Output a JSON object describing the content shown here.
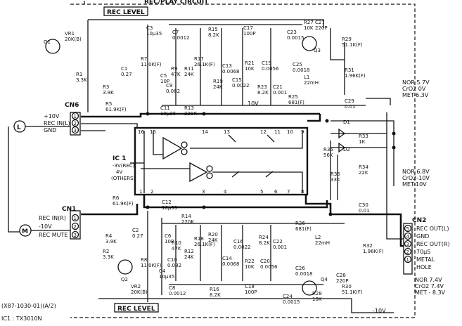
{
  "board": {
    "title": "REC/PLAY CIRCUIT",
    "part_number": "(X87-1030-01)(A/2)",
    "ic_note": "IC1 : TX3010N"
  },
  "rec_level": {
    "top": "REC LEVEL",
    "bottom": "REC LEVEL"
  },
  "ic1": {
    "label": "IC 1",
    "note1": "-3V(REC)",
    "note2": "4V",
    "note3": "(OTHERS)",
    "pins": [
      "16",
      "15",
      "14",
      "13",
      "12",
      "11",
      "10",
      "9",
      "1",
      "2",
      "3",
      "4",
      "5",
      "6",
      "7",
      "8"
    ]
  },
  "cn6": {
    "label": "CN6",
    "rows": [
      {
        "num": "1",
        "label": "+10V"
      },
      {
        "num": "2",
        "label": "REC IN(L)"
      },
      {
        "num": "3",
        "label": "GND"
      }
    ],
    "channel": "L"
  },
  "cn1": {
    "label": "CN1",
    "rows": [
      {
        "num": "1",
        "label": "REC IN(R)"
      },
      {
        "num": "2",
        "label": "-10V"
      },
      {
        "num": "3",
        "label": "REC MUTE"
      }
    ],
    "channel": "M"
  },
  "cn2": {
    "label": "CN2",
    "rows": [
      {
        "num": "5",
        "label": "REC OUT(L)"
      },
      {
        "num": "4",
        "label": "GND"
      },
      {
        "num": "3",
        "label": "REC OUT(R)"
      },
      {
        "num": "2",
        "label": "70μS"
      },
      {
        "num": "1",
        "label": "METAL"
      },
      {
        "num": "",
        "label": "HOLE"
      }
    ]
  },
  "voltages": {
    "top": [
      "NOR 5.7V",
      "CrO2 0V",
      "MET-6.3V"
    ],
    "middle": [
      "NOR 6.8V",
      "CrO2-10V",
      "MET-10V"
    ],
    "bottom": [
      "NOR 7.4V",
      "CrO2 7.4V",
      "MET - 8.3V"
    ]
  },
  "rails": {
    "pos": "10V",
    "neg": "-10V"
  },
  "components_top": [
    {
      "id": "q1",
      "ref": "Q1",
      "value": ""
    },
    {
      "id": "vr1",
      "ref": "VR1",
      "value": "20K(B)"
    },
    {
      "id": "c3",
      "ref": "C3",
      "value": "10μ35"
    },
    {
      "id": "c7",
      "ref": "C7",
      "value": "0.0012"
    },
    {
      "id": "r15",
      "ref": "R15",
      "value": "8.2K"
    },
    {
      "id": "c17",
      "ref": "C17",
      "value": "100P"
    },
    {
      "id": "c23",
      "ref": "C23",
      "value": "0.0015"
    },
    {
      "id": "r27",
      "ref": "R27",
      "value": "10K"
    },
    {
      "id": "c27",
      "ref": "C27",
      "value": "220P"
    },
    {
      "id": "q3",
      "ref": "Q3",
      "value": ""
    },
    {
      "id": "r29",
      "ref": "R29",
      "value": "51.1K(F)"
    },
    {
      "id": "r31",
      "ref": "R31",
      "value": "1.96K(F)"
    },
    {
      "id": "r1",
      "ref": "R1",
      "value": "3.3K"
    },
    {
      "id": "r3",
      "ref": "R3",
      "value": "3.9K"
    },
    {
      "id": "c1",
      "ref": "C1",
      "value": "0.27"
    },
    {
      "id": "r7",
      "ref": "R7",
      "value": "11.0K(F)"
    },
    {
      "id": "c5",
      "ref": "C5",
      "value": "10P"
    },
    {
      "id": "r9",
      "ref": "R9",
      "value": "47K"
    },
    {
      "id": "c9",
      "ref": "C9",
      "value": "0.082"
    },
    {
      "id": "r17",
      "ref": "R17",
      "value": "26.1K(F)"
    },
    {
      "id": "r11",
      "ref": "R11",
      "value": "24K"
    },
    {
      "id": "r19",
      "ref": "R19",
      "value": "24K"
    },
    {
      "id": "c13",
      "ref": "C13",
      "value": "0.0068"
    },
    {
      "id": "c15",
      "ref": "C15",
      "value": "0.0022"
    },
    {
      "id": "r21",
      "ref": "R21",
      "value": "10K"
    },
    {
      "id": "c19",
      "ref": "C19",
      "value": "0.0056"
    },
    {
      "id": "r23",
      "ref": "R23",
      "value": "8.2K"
    },
    {
      "id": "c21",
      "ref": "C21",
      "value": "0.001"
    },
    {
      "id": "l1",
      "ref": "L1",
      "value": "22mH"
    },
    {
      "id": "c25",
      "ref": "C25",
      "value": "0.0018"
    },
    {
      "id": "r25",
      "ref": "R25",
      "value": "681(F)"
    },
    {
      "id": "c29",
      "ref": "C29",
      "value": "0.01"
    },
    {
      "id": "r5",
      "ref": "R5",
      "value": "61.9K(F)"
    },
    {
      "id": "c11",
      "ref": "C11",
      "value": "10μ35"
    },
    {
      "id": "r13",
      "ref": "R13",
      "value": "220K"
    }
  ],
  "components_mid": [
    {
      "id": "d1",
      "ref": "D1",
      "value": ""
    },
    {
      "id": "r33",
      "ref": "R33",
      "value": "1K"
    },
    {
      "id": "d2",
      "ref": "D2",
      "value": ""
    },
    {
      "id": "r34",
      "ref": "R34",
      "value": "22K"
    },
    {
      "id": "r36",
      "ref": "R36",
      "value": "56K"
    },
    {
      "id": "r35",
      "ref": "R35",
      "value": "33K"
    }
  ],
  "components_bottom": [
    {
      "id": "r6",
      "ref": "R6",
      "value": "61.9K(F)"
    },
    {
      "id": "c12",
      "ref": "C12",
      "value": "10μ35"
    },
    {
      "id": "r14",
      "ref": "R14",
      "value": "220K"
    },
    {
      "id": "c30",
      "ref": "C30",
      "value": "0.01"
    },
    {
      "id": "r4",
      "ref": "R4",
      "value": "3.9K"
    },
    {
      "id": "c2",
      "ref": "C2",
      "value": "0.27"
    },
    {
      "id": "c6",
      "ref": "C6",
      "value": "10P"
    },
    {
      "id": "r10",
      "ref": "R10",
      "value": "47K"
    },
    {
      "id": "c10",
      "ref": "C10",
      "value": "0.082"
    },
    {
      "id": "r18",
      "ref": "R18",
      "value": "26.1K(F)"
    },
    {
      "id": "r20",
      "ref": "R20",
      "value": "24K"
    },
    {
      "id": "c14",
      "ref": "C14",
      "value": "0.0068"
    },
    {
      "id": "r12",
      "ref": "R12",
      "value": "24K"
    },
    {
      "id": "c16",
      "ref": "C16",
      "value": "0.0022"
    },
    {
      "id": "r22",
      "ref": "R22",
      "value": "10K"
    },
    {
      "id": "c20",
      "ref": "C20",
      "value": "0.0056"
    },
    {
      "id": "c22",
      "ref": "C22",
      "value": "0.001"
    },
    {
      "id": "r24",
      "ref": "R24",
      "value": "8.2K"
    },
    {
      "id": "r26",
      "ref": "R26",
      "value": "681(F)"
    },
    {
      "id": "l2",
      "ref": "L2",
      "value": "22mH"
    },
    {
      "id": "c26",
      "ref": "C26",
      "value": "0.0018"
    },
    {
      "id": "r32",
      "ref": "R32",
      "value": "1.96K(F)"
    },
    {
      "id": "r2",
      "ref": "R2",
      "value": "3.3K"
    },
    {
      "id": "q2",
      "ref": "Q2",
      "value": ""
    },
    {
      "id": "vr2",
      "ref": "VR2",
      "value": "20K(B)"
    },
    {
      "id": "r8",
      "ref": "R8",
      "value": "11.0K(F)"
    },
    {
      "id": "c4",
      "ref": "C4",
      "value": "10μ35"
    },
    {
      "id": "c8",
      "ref": "C8",
      "value": "0.0012"
    },
    {
      "id": "r16",
      "ref": "R16",
      "value": "8.2K"
    },
    {
      "id": "c18",
      "ref": "C18",
      "value": "100P"
    },
    {
      "id": "c24",
      "ref": "C24",
      "value": "0.0015"
    },
    {
      "id": "r28",
      "ref": "R28",
      "value": "10K"
    },
    {
      "id": "c28",
      "ref": "C28",
      "value": "220P"
    },
    {
      "id": "q4",
      "ref": "Q4",
      "value": ""
    },
    {
      "id": "r30",
      "ref": "R30",
      "value": "51.1K(F)"
    }
  ]
}
